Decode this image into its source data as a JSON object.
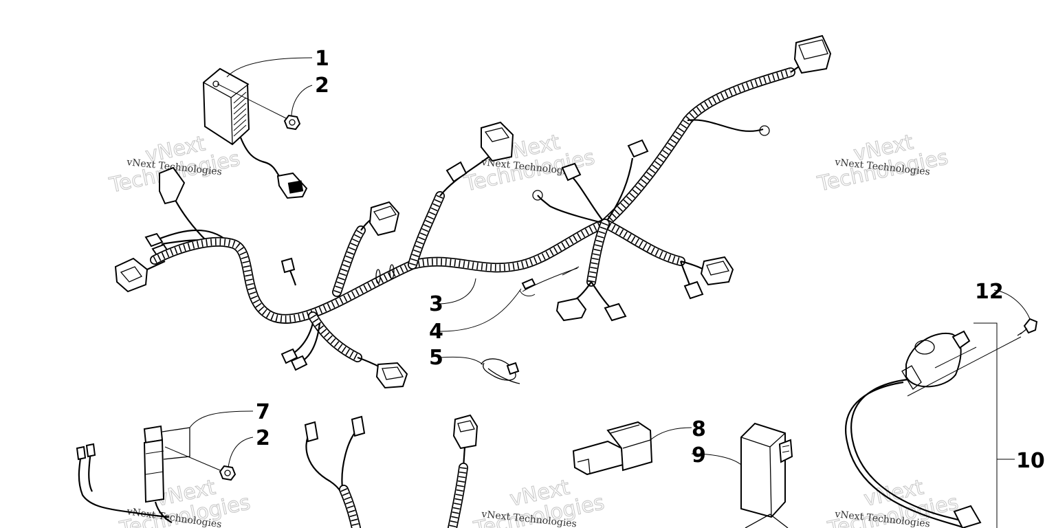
{
  "diagram": {
    "callouts": {
      "c1": "1",
      "c2a": "2",
      "c2b": "2",
      "c3": "3",
      "c4": "4",
      "c5": "5",
      "c7": "7",
      "c8": "8",
      "c9": "9",
      "c10": "10",
      "c12": "12"
    },
    "watermark": {
      "line1": "vNext",
      "line2": "Technologies",
      "caption": "vNext Technologies"
    }
  }
}
